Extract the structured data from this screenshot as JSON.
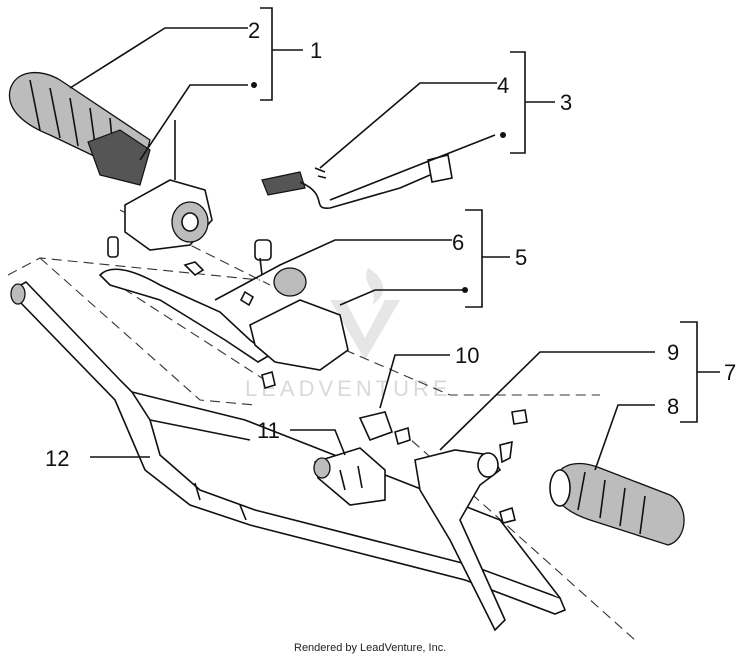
{
  "callouts": {
    "c1": "1",
    "c2": "2",
    "c3": "3",
    "c4": "4",
    "c5": "5",
    "c6": "6",
    "c7": "7",
    "c8": "8",
    "c9": "9",
    "c10": "10",
    "c11": "11",
    "c12": "12"
  },
  "watermark": {
    "text": "LEADVENTURE"
  },
  "footer": {
    "text": "Rendered by LeadVenture, Inc."
  }
}
